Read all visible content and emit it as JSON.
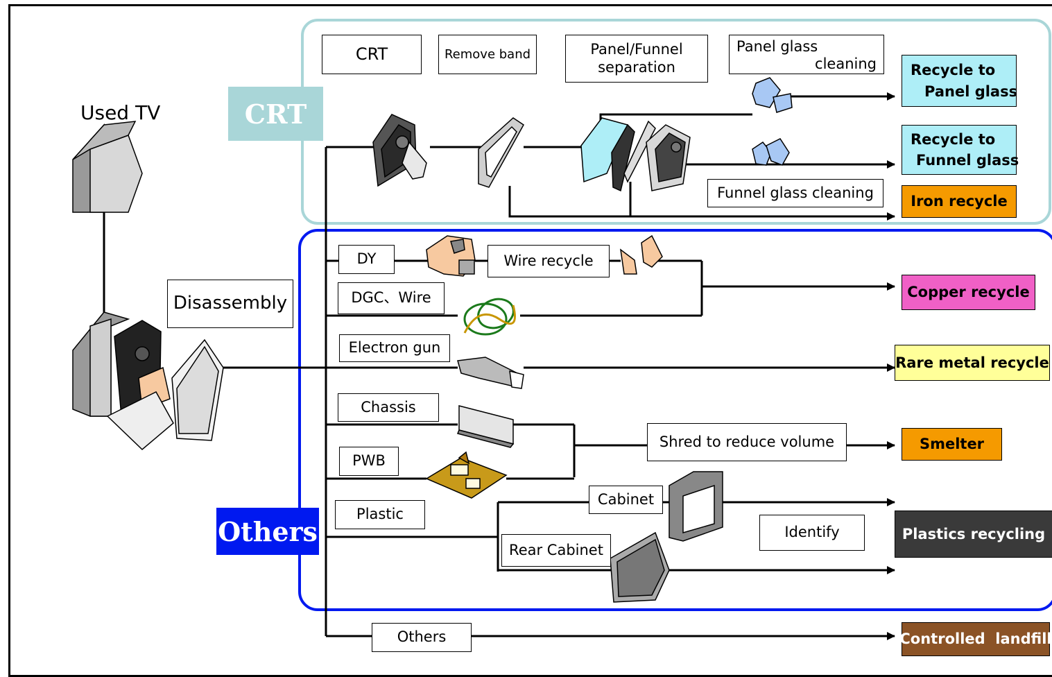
{
  "source": {
    "label": "Used TV",
    "step_label": "Disassembly"
  },
  "sections": {
    "crt": {
      "label": "CRT",
      "color": "#a9d6d8"
    },
    "others": {
      "label": "Others",
      "color": "#0019f0"
    }
  },
  "crt_steps": {
    "crt": "CRT",
    "remove_band": "Remove band",
    "panel_funnel_1": "Panel/Funnel",
    "panel_funnel_2": "separation",
    "panel_glass_cleaning_1": "Panel glass",
    "panel_glass_cleaning_2": "cleaning",
    "funnel_glass_cleaning": "Funnel glass cleaning"
  },
  "parts": {
    "dy": "DY",
    "wire_recycle": "Wire recycle",
    "dgc_wire": "DGC、Wire",
    "electron_gun": "Electron gun",
    "chassis": "Chassis",
    "pwb": "PWB",
    "shred": "Shred to reduce volume",
    "plastic": "Plastic",
    "cabinet": "Cabinet",
    "rear_cabinet": "Rear Cabinet",
    "identify": "Identify",
    "others": "Others"
  },
  "destinations": {
    "panel_glass_1": "Recycle to",
    "panel_glass_2": "Panel glass",
    "funnel_glass_1": "Recycle to",
    "funnel_glass_2": "Funnel glass",
    "iron": "Iron recycle",
    "copper": "Copper recycle",
    "rare_metal": "Rare metal recycle",
    "smelter": "Smelter",
    "plastics": "Plastics recycling",
    "landfill": "Controlled  landfill"
  },
  "colors": {
    "panel_glass": "#aeeef7",
    "funnel_glass": "#aeeef7",
    "iron": "#f59a00",
    "copper": "#f060c6",
    "rare_metal": "#ffff99",
    "smelter": "#f59a00",
    "plastics": "#3a3a3a",
    "landfill": "#8b5326"
  }
}
